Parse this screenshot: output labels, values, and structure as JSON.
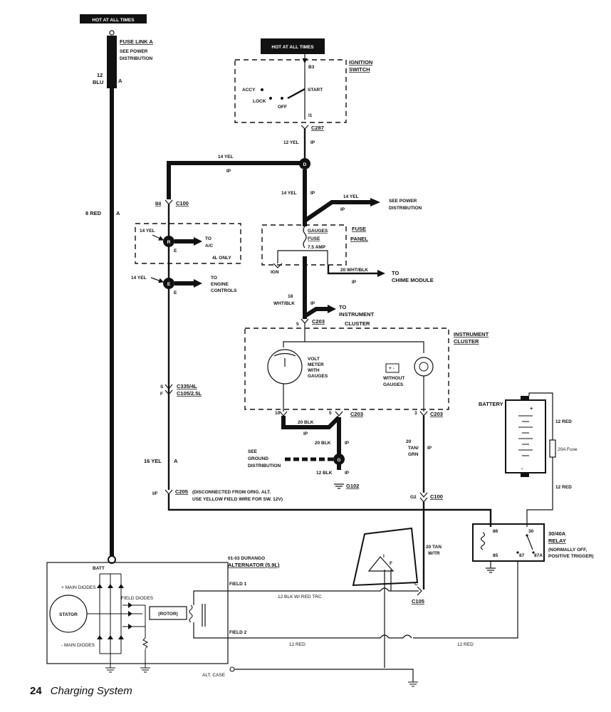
{
  "title_boxes": {
    "hot_left": "HOT AT ALL TIMES",
    "hot_top": "HOT AT ALL TIMES"
  },
  "fuse_link": {
    "title": "FUSE LINK A",
    "sub1": "SEE POWER",
    "sub2": "DISTRIBUTION",
    "gauge": "12",
    "color": "BLU",
    "pin": "A"
  },
  "wire_main": {
    "gauge": "8 RED",
    "pin": "A"
  },
  "ignition": {
    "title1": "IGNITION",
    "title2": "SWITCH",
    "b3": "B3",
    "accy": "ACCY",
    "lock": "LOCK",
    "off": "OFF",
    "start": "START",
    "i1": "I1"
  },
  "c287": {
    "label": "C287",
    "wire": "12 YEL",
    "ip": "IP"
  },
  "splice_d": {
    "letter": "D",
    "wire": "14 YEL",
    "ip": "IP"
  },
  "c100_top": {
    "pin": "B8",
    "label": "C100"
  },
  "power_dist": {
    "wire": "14 YEL",
    "ip": "IP",
    "dest1": "SEE POWER",
    "dest2": "DISTRIBUTION",
    "wire_down": "14 YEL",
    "ip2": "IP"
  },
  "splice_r": {
    "letter": "R",
    "wire": "14 YEL",
    "e": "E",
    "dest1": "TO",
    "dest2": "A/C",
    "note": "4L ONLY"
  },
  "splice_e": {
    "letter": "E",
    "wire": "14 YEL",
    "e": "E",
    "dest1": "TO",
    "dest2": "ENGINE",
    "dest3": "CONTROLS"
  },
  "fuse_panel": {
    "gauges": "GAUGES",
    "fuse": "FUSE",
    "amp": "7.5 AMP",
    "ign": "IGN",
    "title1": "FUSE",
    "title2": "PANEL",
    "chime_wire": "20 WHT/BLK",
    "chime_ip": "IP",
    "chime_to": "TO",
    "chime_dest": "CHIME MODULE"
  },
  "cluster_feed": {
    "gauge": "18",
    "color": "WHT/BLK",
    "ip": "IP",
    "to": "TO",
    "dest1": "INSTRUMENT",
    "dest2": "CLUSTER",
    "pin": "5",
    "conn": "C203"
  },
  "cluster": {
    "title1": "INSTRUMENT",
    "title2": "CLUSTER",
    "vm1": "VOLT",
    "vm2": "METER",
    "vm3": "WITH",
    "vm4": "GAUGES",
    "wo1": "WITHOUT",
    "wo2": "GAUGES",
    "pin10": "10",
    "pin5": "5",
    "pin3": "3",
    "conn": "C203",
    "conn2": "C203"
  },
  "ground": {
    "w1": "20 BLK",
    "ip1": "IP",
    "w2": "20 BLK",
    "ip2": "IP",
    "g": "G",
    "see1": "SEE",
    "see2": "GROUND",
    "see3": "DISTRIBUTION",
    "w3": "12 BLK",
    "ip3": "IP",
    "g102": "G102"
  },
  "c335": {
    "s": "S",
    "f": "F",
    "c1": "C335/4L",
    "c2": "C105/2.5L"
  },
  "field_wire": {
    "gauge": "16 YEL",
    "pin": "A"
  },
  "c205": {
    "pin": "I/F",
    "label": "C205",
    "note1": "(DISCONNECTED FROM ORIG. ALT.",
    "note2": "USE YELLOW FIELD WIRE FOR SW. 12V)"
  },
  "tan_wire": {
    "gauge": "20",
    "color1": "TAN/",
    "color2": "GRN",
    "ip": "IP",
    "g2": "G2",
    "c100": "C100",
    "w2a": "20 TAN",
    "w2b": "W/TR"
  },
  "battery": {
    "title": "BATTERY",
    "plus": "+",
    "minus": "-",
    "w1": "12 RED",
    "fuse": "20A Fuse",
    "w2": "12 RED"
  },
  "relay": {
    "p86": "86",
    "p30": "30",
    "p85": "85",
    "p87": "87",
    "p87a": "87A",
    "title1": "30/40A",
    "title2": "RELAY",
    "note1": "(NORMALLY OFF,",
    "note2": "POSITIVE TRIGGER)"
  },
  "regulator": {
    "i": "I",
    "f": "F"
  },
  "alternator": {
    "title1": "01-03 DURANGO",
    "title2": "ALTERNATOR (5.9L)",
    "batt": "BATT",
    "main_diodes_top": "+ MAIN DIODES",
    "field_diodes": "FIELD DIODES",
    "stator": "STATOR",
    "rotor": "(ROTOR)",
    "main_diodes_bot": "- MAIN DIODES",
    "field1": "FIELD 1",
    "field2": "FIELD 2",
    "case": "ALT. CASE"
  },
  "field1_wire": {
    "label": "12 BLK W/ RED TRC",
    "conn_c": "C",
    "conn": "C105"
  },
  "field2_wire": {
    "l1": "12 RED",
    "l2": "12 RED"
  },
  "footer": {
    "page": "24",
    "section": "Charging System"
  }
}
